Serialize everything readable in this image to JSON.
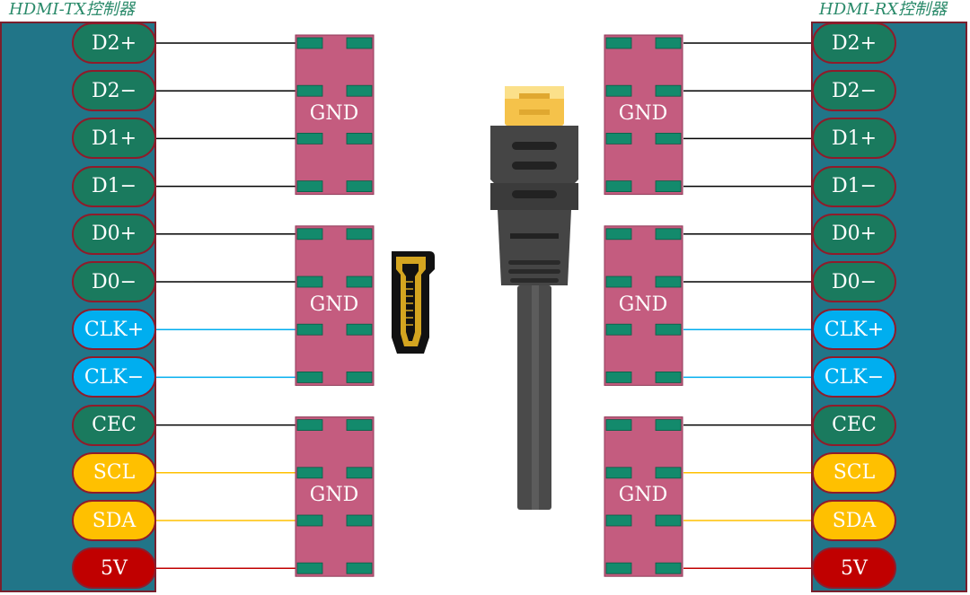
{
  "tx_title": "HDMI-TX控制器",
  "rx_title": "HDMI-RX控制器",
  "pins": [
    {
      "label": "D2+",
      "kind": "data"
    },
    {
      "label": "D2−",
      "kind": "data"
    },
    {
      "label": "D1+",
      "kind": "data"
    },
    {
      "label": "D1−",
      "kind": "data"
    },
    {
      "label": "D0+",
      "kind": "data"
    },
    {
      "label": "D0−",
      "kind": "data"
    },
    {
      "label": "CLK+",
      "kind": "clock"
    },
    {
      "label": "CLK−",
      "kind": "clock"
    },
    {
      "label": "CEC",
      "kind": "data"
    },
    {
      "label": "SCL",
      "kind": "i2c"
    },
    {
      "label": "SDA",
      "kind": "i2c"
    },
    {
      "label": "5V",
      "kind": "power"
    }
  ],
  "gnd_label": "GND",
  "colors": {
    "panel": "#217588",
    "panel_border": "#7a1f2c",
    "data": "#1a7a5e",
    "clock": "#00aeef",
    "i2c": "#ffc000",
    "power": "#c00000",
    "pin_border": "#8f1b2a",
    "gnd_block": "#c45c7f",
    "pad": "#138a6c",
    "title": "#2a8a6a"
  },
  "icons": {
    "connector": "hdmi-port-icon",
    "cable": "hdmi-cable-icon"
  }
}
